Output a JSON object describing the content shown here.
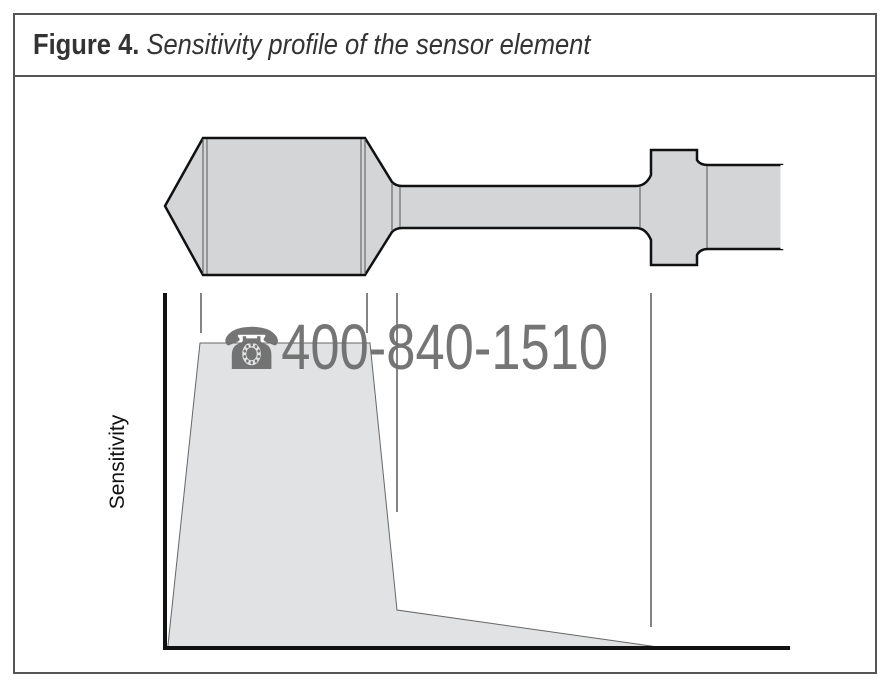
{
  "figure": {
    "label": "Figure 4.",
    "caption": "Sensitivity profile of the sensor element"
  },
  "chart": {
    "ylabel": "Sensitivity"
  },
  "watermark": {
    "icon": "telephone-icon",
    "text": "400-840-1510"
  },
  "colors": {
    "fill": "#d4d5d7",
    "profile": "#e1e2e3",
    "stroke": "#111111"
  }
}
